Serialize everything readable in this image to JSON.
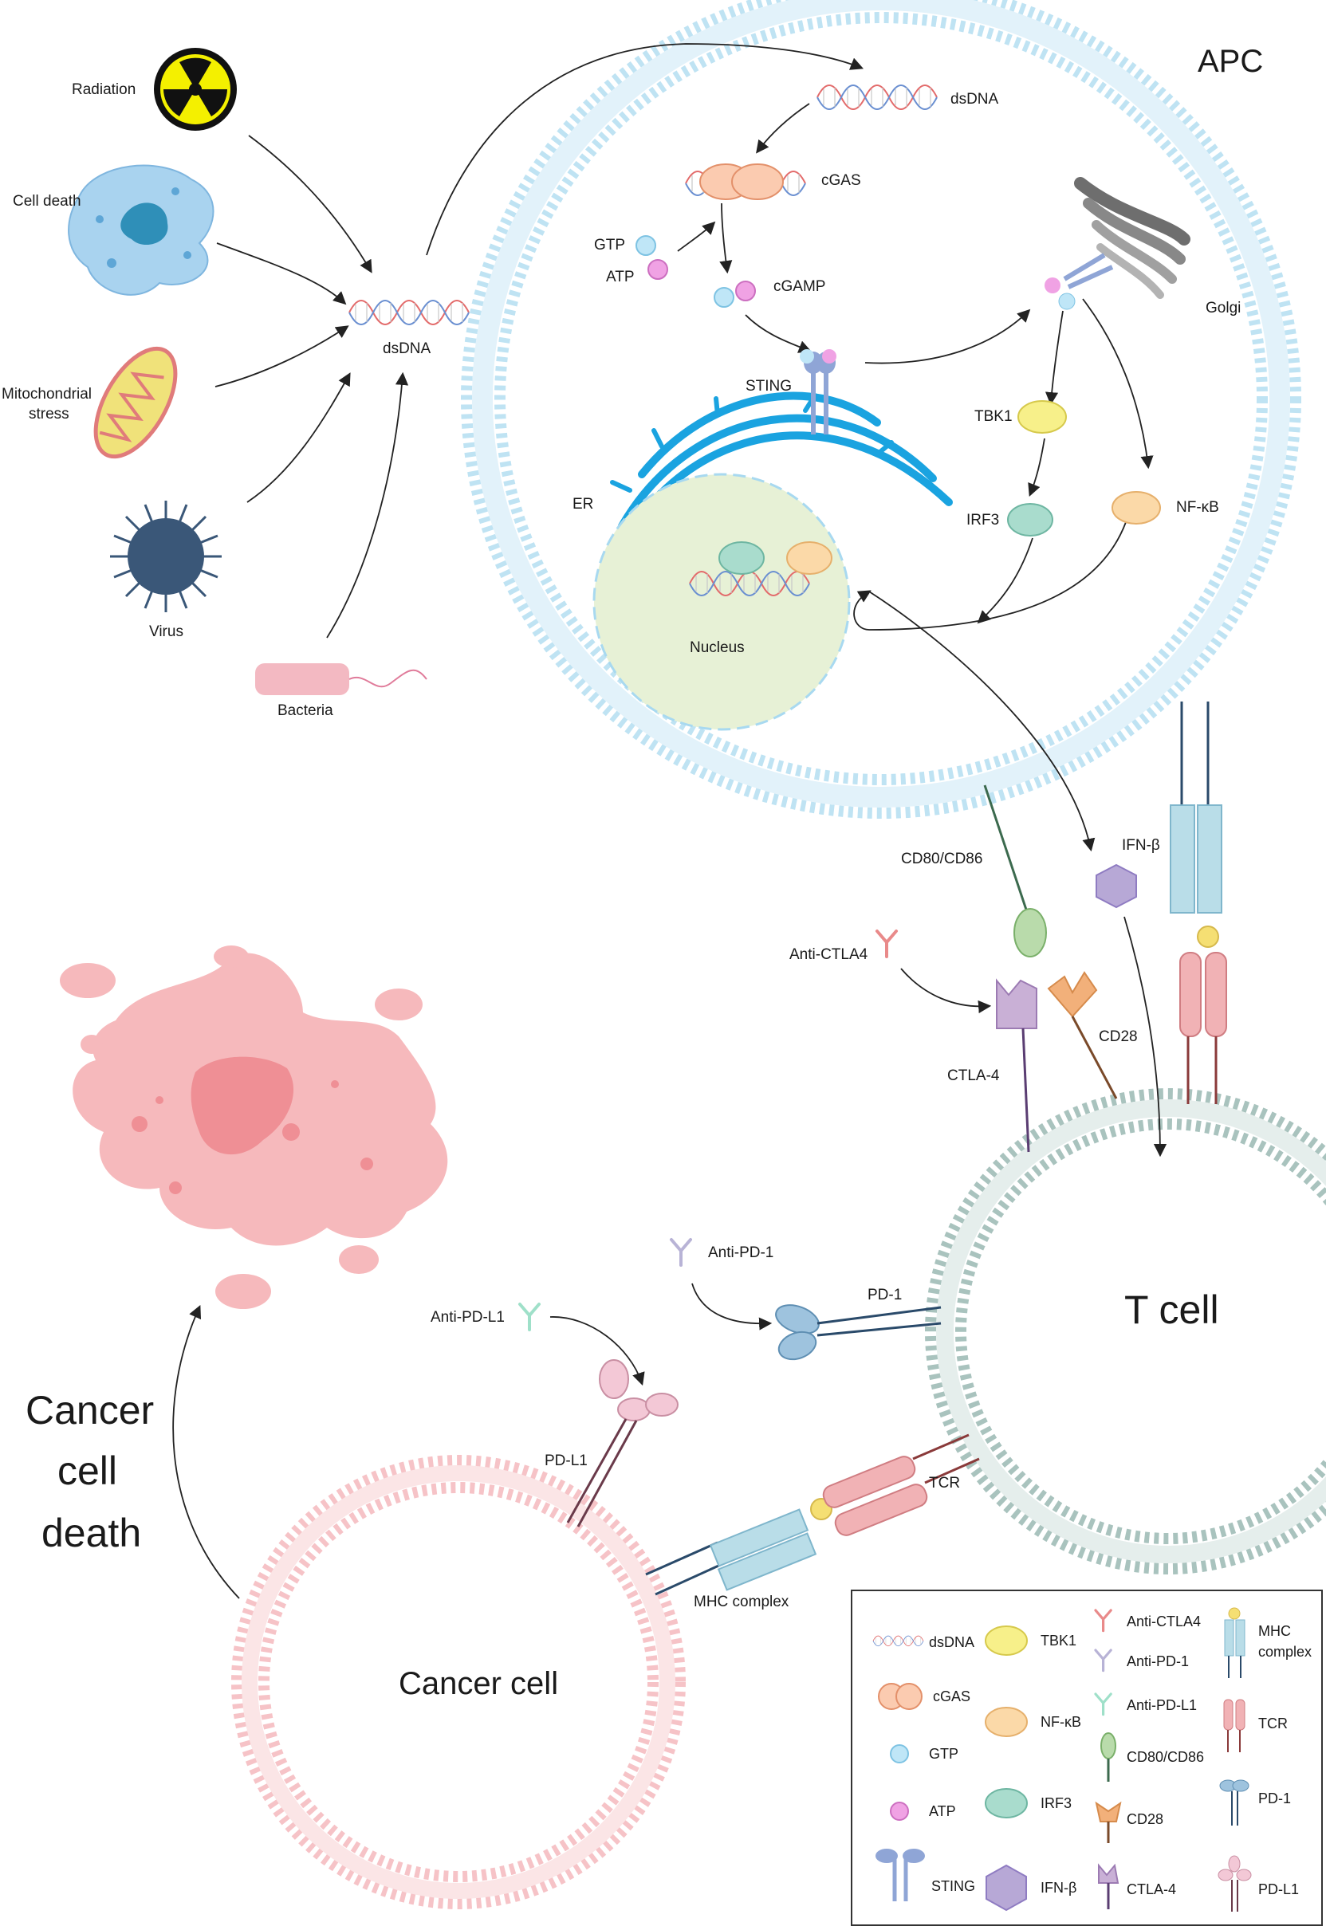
{
  "labels": {
    "radiation": "Radiation",
    "cell_death": "Cell death",
    "mito_line1": "Mitochondrial",
    "mito_line2": "stress",
    "virus": "Virus",
    "bacteria": "Bacteria",
    "dsdna_outside": "dsDNA",
    "apc": "APC",
    "dsdna_inside": "dsDNA",
    "cgas": "cGAS",
    "gtp": "GTP",
    "atp": "ATP",
    "cgamp": "cGAMP",
    "sting": "STING",
    "golgi": "Golgi",
    "tbk1": "TBK1",
    "irf3": "IRF3",
    "nfkb": "NF-κB",
    "er": "ER",
    "nucleus": "Nucleus",
    "ifnb": "IFN-β",
    "cd80_cd86": "CD80/CD86",
    "anti_ctla4": "Anti-CTLA4",
    "ctla4": "CTLA-4",
    "cd28": "CD28",
    "anti_pd1": "Anti-PD-1",
    "pd1": "PD-1",
    "t_cell": "T cell",
    "anti_pdl1": "Anti-PD-L1",
    "pdl1": "PD-L1",
    "tcr": "TCR",
    "mhc_complex": "MHC complex",
    "cancer_cell": "Cancer cell",
    "ccd_line1": "Cancer",
    "ccd_line2": "cell",
    "ccd_line3": "death"
  },
  "legend": {
    "dsdna": "dsDNA",
    "cgas": "cGAS",
    "gtp": "GTP",
    "atp": "ATP",
    "sting": "STING",
    "tbk1": "TBK1",
    "nfkb": "NF-κB",
    "irf3": "IRF3",
    "ifnb": "IFN-β",
    "anti_ctla4": "Anti-CTLA4",
    "anti_pd1": "Anti-PD-1",
    "anti_pdl1": "Anti-PD-L1",
    "cd80_cd86": "CD80/CD86",
    "cd28": "CD28",
    "ctla4": "CTLA-4",
    "mhc_line1": "MHC",
    "mhc_line2": "complex",
    "tcr": "TCR",
    "pd1": "PD-1",
    "pdl1": "PD-L1"
  },
  "colors": {
    "apc_membrane": "#bfe3f3",
    "tcell_membrane": "#a9c3be",
    "cancer_membrane": "#f6c3c7",
    "er": "#1aa3e0",
    "nucleus_fill": "#e7f1d6",
    "cancer_debris": "#f6b9bc",
    "gtp": "#bfe6f7",
    "atp": "#f0a2e4",
    "tbk1": "#f7f08a",
    "nfkb": "#fbd9a8",
    "irf3": "#a9dccd",
    "ifnb": "#b7a8d6",
    "mhc": "#b9dde8",
    "tcr": "#f1b2b5",
    "pd1": "#9ec3de",
    "pdl1": "#f3c8d6",
    "cd80": "#b9dbab",
    "cd28": "#f2b07a",
    "ctla4": "#c9b0d6",
    "sting": "#8fa5d6"
  },
  "icons": [
    "radiation-icon",
    "cell-death-icon",
    "mitochondria-icon",
    "virus-icon",
    "bacteria-icon",
    "dsdna-icon",
    "golgi-icon"
  ]
}
